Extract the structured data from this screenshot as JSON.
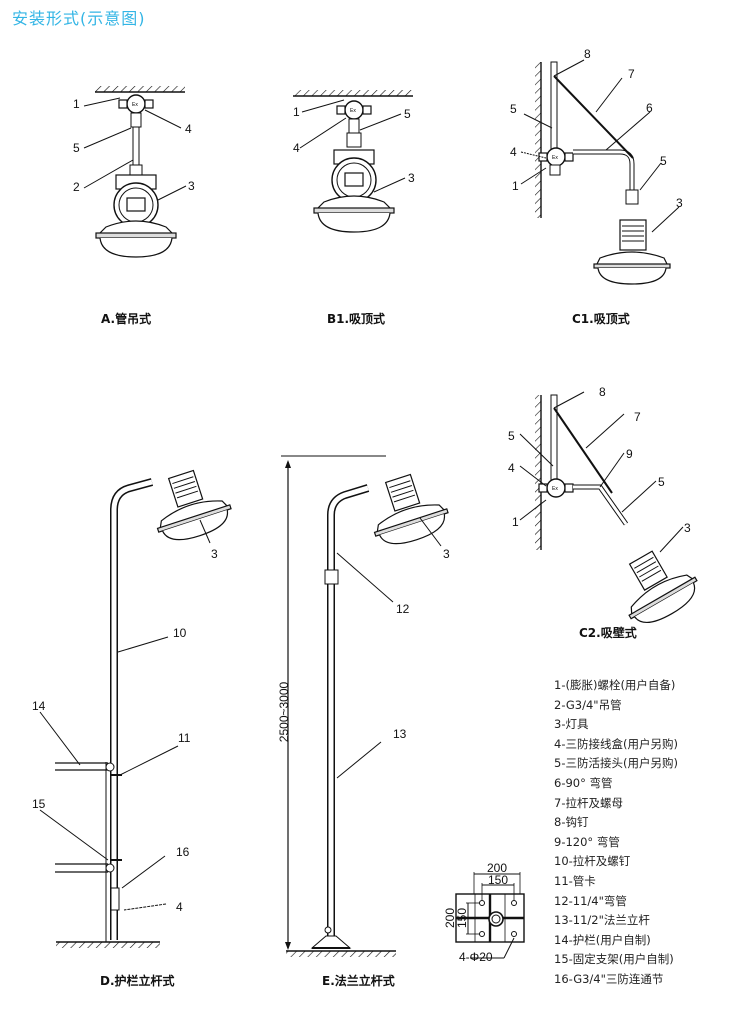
{
  "title": "安装形式(示意图)",
  "colors": {
    "title": "#33b5e5",
    "line": "#111111"
  },
  "figures": {
    "A": {
      "caption": "A.管吊式",
      "callouts": [
        "1",
        "4",
        "5",
        "2",
        "3"
      ]
    },
    "B1": {
      "caption": "B1.吸顶式",
      "callouts": [
        "1",
        "5",
        "4",
        "3"
      ]
    },
    "C1": {
      "caption": "C1.吸顶式",
      "callouts": [
        "8",
        "7",
        "5",
        "6",
        "4",
        "1",
        "5",
        "3"
      ]
    },
    "C2": {
      "caption": "C2.吸壁式",
      "callouts": [
        "8",
        "7",
        "5",
        "9",
        "4",
        "5",
        "1",
        "3"
      ]
    },
    "D": {
      "caption": "D.护栏立杆式",
      "callouts": [
        "3",
        "10",
        "14",
        "11",
        "15",
        "16",
        "4"
      ]
    },
    "E": {
      "caption": "E.法兰立杆式",
      "callouts": [
        "3",
        "12",
        "13"
      ],
      "height_dim": "2500~3000"
    }
  },
  "flange": {
    "outer_w": "200",
    "inner_w": "150",
    "outer_h": "200",
    "inner_h": "150",
    "holes": "4-Φ20"
  },
  "legend": [
    "1-(膨胀)螺栓(用户自备)",
    "2-G3/4\"吊管",
    "3-灯具",
    "4-三防接线盒(用户另购)",
    "5-三防活接头(用户另购)",
    "6-90° 弯管",
    "7-拉杆及螺母",
    "8-钩钉",
    "9-120° 弯管",
    "10-拉杆及螺钉",
    "11-管卡",
    "12-11/4\"弯管",
    "13-11/2\"法兰立杆",
    "14-护栏(用户自制)",
    "15-固定支架(用户自制)",
    "16-G3/4\"三防连通节"
  ]
}
